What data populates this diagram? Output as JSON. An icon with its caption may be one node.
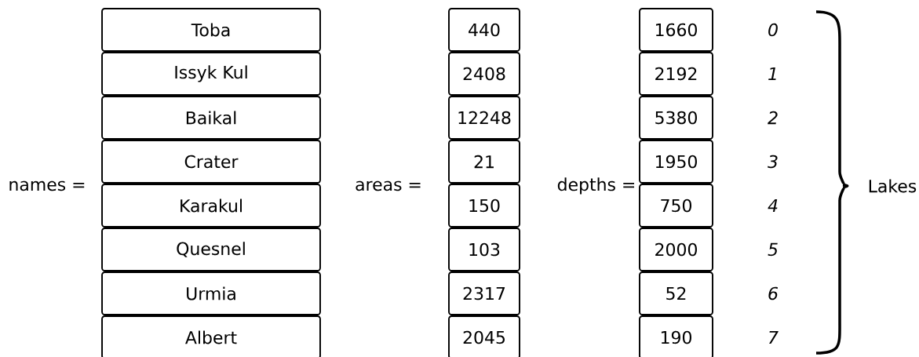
{
  "diagram": {
    "nodes": [
      {
        "text": [
          "Toba"
        ]
      },
      {
        "text": [
          "Issyk Kul"
        ]
      },
      {
        "text": [
          "Baikal"
        ]
      },
      {
        "text": [
          "Crater"
        ]
      },
      {
        "text": [
          "Karakul"
        ]
      },
      {
        "text": [
          "Quesnel"
        ]
      },
      {
        "text": [
          "Urmia"
        ]
      },
      {
        "text": [
          "Albert"
        ]
      },
      {
        "text": [
          "440"
        ]
      },
      {
        "text": [
          "2408"
        ]
      },
      {
        "text": [
          "12248"
        ]
      },
      {
        "text": [
          "21"
        ]
      },
      {
        "text": [
          "150"
        ]
      },
      {
        "text": [
          "103"
        ]
      },
      {
        "text": [
          "2317"
        ]
      },
      {
        "text": [
          "2045"
        ]
      },
      {
        "text": [
          "1660"
        ]
      },
      {
        "text": [
          "2192"
        ]
      },
      {
        "text": [
          "5380"
        ]
      },
      {
        "text": [
          "1950"
        ]
      },
      {
        "text": [
          "750"
        ]
      },
      {
        "text": [
          "2000"
        ]
      },
      {
        "text": [
          "52"
        ]
      },
      {
        "text": [
          "190"
        ]
      }
    ],
    "labels": [
      "names =",
      "areas =",
      "depths =",
      "0",
      "1",
      "2",
      "3",
      "4",
      "5",
      "6",
      "7",
      "Lakes"
    ]
  }
}
